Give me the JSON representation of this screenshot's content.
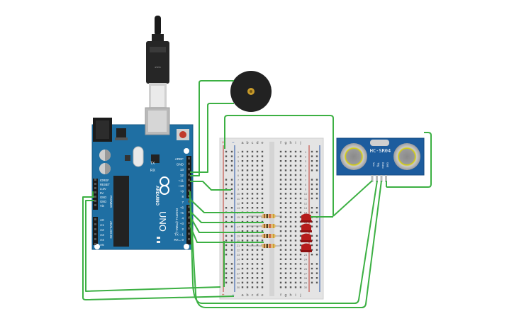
{
  "arduino": {
    "brand": "ARDUINO",
    "model": "UNO",
    "digital_label": "DIGITAL (PWM~)",
    "power_label": "POWER",
    "analog_label": "ANALOG IN",
    "tx_label": "TX",
    "rx_label": "RX",
    "right_pins": [
      "AREF",
      "GND",
      "13",
      "12",
      "~11",
      "~10",
      "~9",
      "8",
      "7",
      "~6",
      "~5",
      "4",
      "~3",
      "2",
      "TX→1",
      "RX←0"
    ],
    "power_pins": [
      "IOREF",
      "RESET",
      "3.3V",
      "5V",
      "GND",
      "GND",
      "Vin"
    ],
    "analog_pins": [
      "A0",
      "A1",
      "A2",
      "A3",
      "A4",
      "A5"
    ]
  },
  "sensor": {
    "model": "HC-SR04",
    "pins": [
      "Vcc",
      "Trig",
      "Echo",
      "Gnd"
    ]
  },
  "breadboard": {
    "left_cols": [
      "a",
      "b",
      "c",
      "d",
      "e"
    ],
    "right_cols": [
      "f",
      "g",
      "h",
      "i",
      "j"
    ],
    "rail_plus": "+",
    "rail_minus": "−",
    "row_numbers": [
      "1",
      "2",
      "3",
      "4",
      "5",
      "6",
      "7",
      "8",
      "9",
      "10",
      "11",
      "12",
      "13",
      "14",
      "15",
      "16",
      "17",
      "18",
      "19",
      "20",
      "21",
      "22",
      "23",
      "24",
      "25",
      "26",
      "27",
      "28",
      "29",
      "30"
    ]
  },
  "colors": {
    "wire": "#3cb043",
    "arduino_board": "#1f6fa3",
    "led": "#b51c1c",
    "buzzer": "#222222",
    "sensor_board": "#1c5c9e",
    "breadboard": "#e4e4e4"
  }
}
